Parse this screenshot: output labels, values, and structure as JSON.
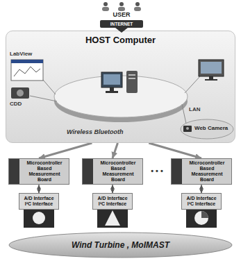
{
  "diagram": {
    "nodes": [
      {
        "text": [
          "HOST Computer"
        ]
      },
      {
        "text": [
          "Microcontroller Based Measurement Board"
        ]
      },
      {
        "text": [
          "Microcontroller Based Measurement Board"
        ]
      },
      {
        "text": [
          "Microcontroller Based Measurement Board"
        ]
      },
      {
        "text": [
          "A/D Interface I²C Interface"
        ]
      },
      {
        "text": [
          "A/D Interface I²C Interface"
        ]
      },
      {
        "text": [
          "A/D Interface I²C Interface"
        ]
      },
      {
        "text": [
          "Wind Turbine , MoIMAST"
        ]
      }
    ],
    "edges": [
      {
        "from": 0,
        "to": 1,
        "arrow": "to"
      },
      {
        "from": 0,
        "to": 2,
        "arrow": "to"
      },
      {
        "from": 0,
        "to": 3,
        "arrow": "to"
      },
      {
        "from": 1,
        "to": 4,
        "arrow": "both"
      },
      {
        "from": 2,
        "to": 5,
        "arrow": "both"
      },
      {
        "from": 3,
        "to": 6,
        "arrow": "both"
      }
    ],
    "labels": [
      "USER",
      "INTERNET",
      "LabView",
      "CDD",
      "LAN",
      "Web Camera",
      "Wireless Bluetooth",
      "• • •"
    ]
  }
}
